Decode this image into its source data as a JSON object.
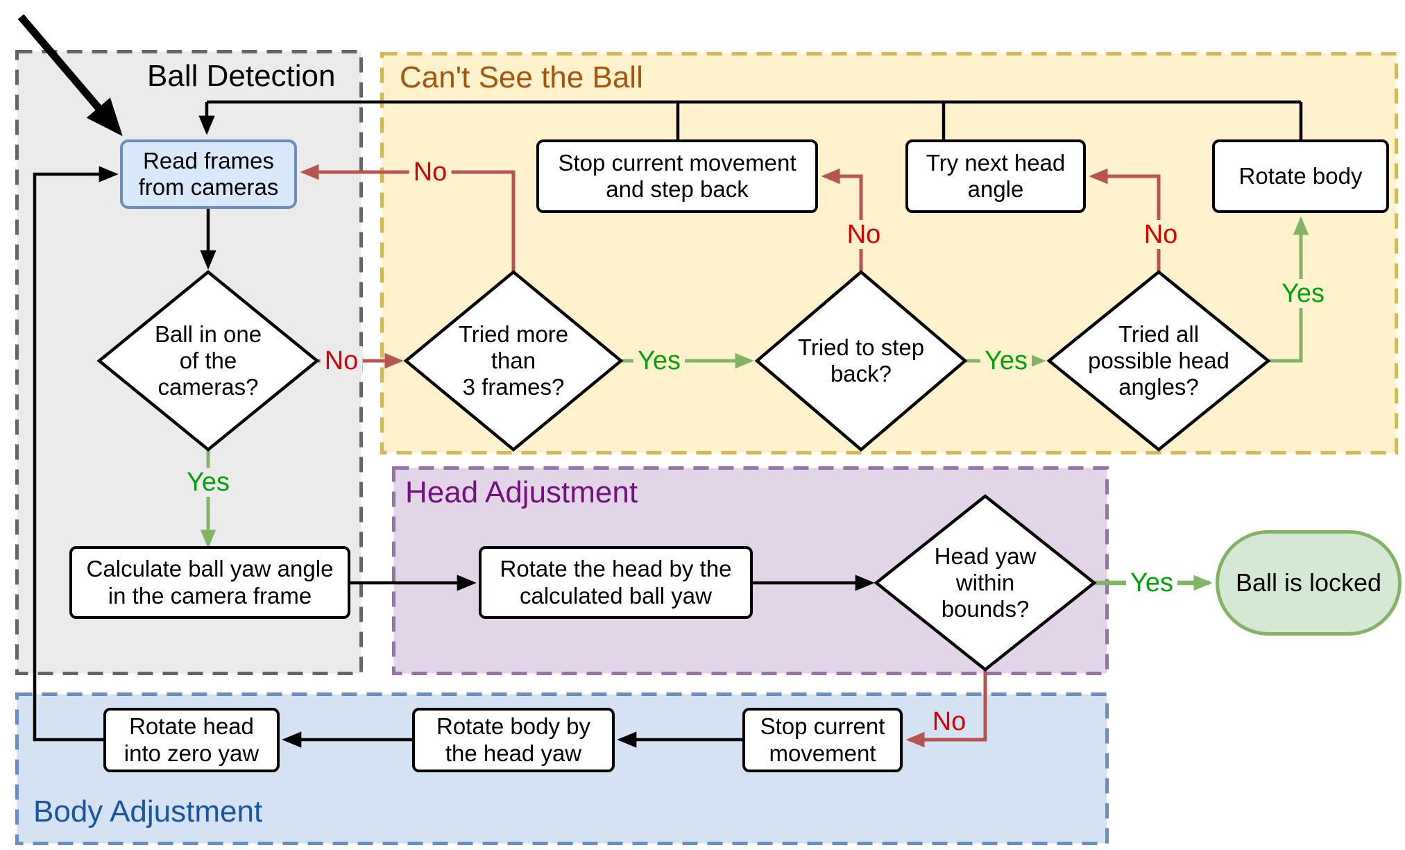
{
  "sections": {
    "ball_detection": {
      "title": "Ball Detection"
    },
    "cant_see_ball": {
      "title": "Can't See the Ball"
    },
    "head_adjustment": {
      "title": "Head Adjustment"
    },
    "body_adjustment": {
      "title": "Body Adjustment"
    }
  },
  "nodes": {
    "read_frames": {
      "label": "Read frames\nfrom cameras"
    },
    "ball_in_cameras": {
      "label": "Ball in one\nof the\ncameras?"
    },
    "calc_ball_yaw": {
      "label": "Calculate ball yaw angle\nin the camera frame"
    },
    "tried_3_frames": {
      "label": "Tried more\nthan\n3 frames?"
    },
    "stop_and_step_back": {
      "label": "Stop current movement\nand step back"
    },
    "tried_step_back": {
      "label": "Tried to step\nback?"
    },
    "try_next_head_angle": {
      "label": "Try next head\nangle"
    },
    "tried_all_angles": {
      "label": "Tried all\npossible head\nangles?"
    },
    "rotate_body": {
      "label": "Rotate body"
    },
    "rotate_head_by_yaw": {
      "label": "Rotate the head by the\ncalculated ball yaw"
    },
    "head_yaw_bounds": {
      "label": "Head yaw\nwithin\nbounds?"
    },
    "ball_locked": {
      "label": "Ball is locked"
    },
    "stop_current": {
      "label": "Stop current\nmovement"
    },
    "rotate_body_by_head_yaw": {
      "label": "Rotate body by\nthe head yaw"
    },
    "rotate_head_zero": {
      "label": "Rotate head\ninto zero yaw"
    }
  },
  "edge_labels": {
    "yes": "Yes",
    "no": "No"
  },
  "colors": {
    "gray-fill": "#EBEBEB",
    "gray-stroke": "#666666",
    "yellow-fill": "#FFF2CC",
    "yellow-stroke": "#D6B656",
    "purple-fill": "#E1D5E7",
    "purple-stroke": "#9673A6",
    "blue-fill": "#D5E2F3",
    "blue-stroke": "#6C8EBF",
    "node-blue-fill": "#DAE8FC",
    "node-blue-stroke": "#6C8EBF",
    "node-green-fill": "#D5E8D4",
    "node-green-stroke": "#82B366",
    "line-black": "#000000",
    "line-red": "#B85450",
    "line-green": "#82B366",
    "label-no": "#DB0000",
    "label-yes": "#00A30A",
    "title-ball": "#000000",
    "title-cant": "#A65608",
    "title-head": "#75107F",
    "title-body": "#1A55A0"
  }
}
